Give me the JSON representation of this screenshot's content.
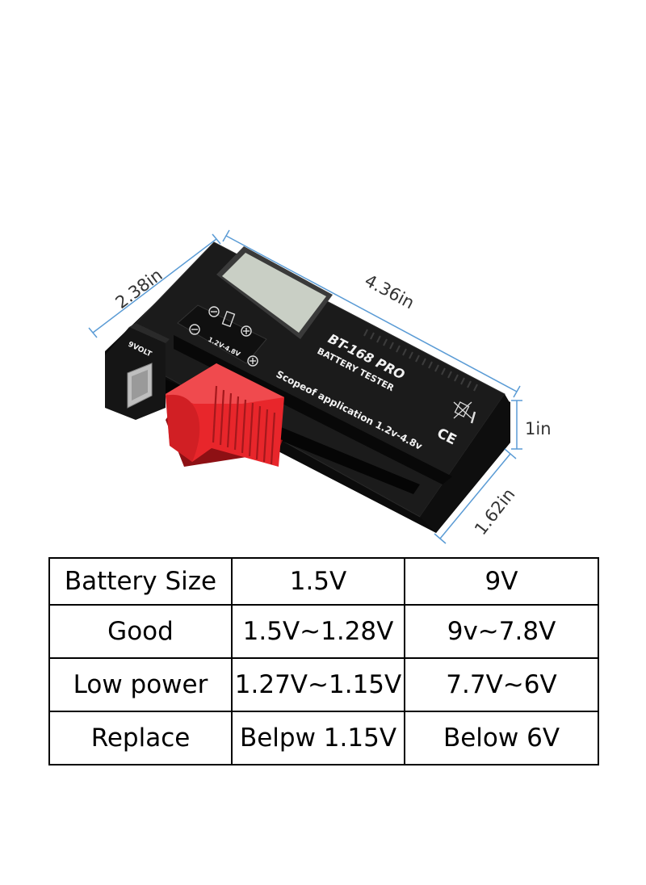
{
  "dimensions": {
    "depth": "2.38in",
    "length": "4.36in",
    "height": "1in",
    "width": "1.62in"
  },
  "device": {
    "model": "BT-168 PRO",
    "subtitle": "BATTERY TESTER",
    "scope": "Scopeof application 1.2v-4.8v",
    "slot_range": "1.2V-4.8V",
    "side_label": "9VOLT",
    "ce_mark": "CE"
  },
  "table": {
    "header": [
      "Battery Size",
      "1.5V",
      "9V"
    ],
    "rows": [
      [
        "Good",
        "1.5V~1.28V",
        "9v~7.8V"
      ],
      [
        "Low power",
        "1.27V~1.15V",
        "7.7V~6V"
      ],
      [
        "Replace",
        "Belpw 1.15V",
        "Below 6V"
      ]
    ]
  },
  "colors": {
    "device_body": "#141414",
    "slider": "#e8262b",
    "lcd": "#c9cfc5",
    "dimension_line": "#5a9bd5"
  }
}
